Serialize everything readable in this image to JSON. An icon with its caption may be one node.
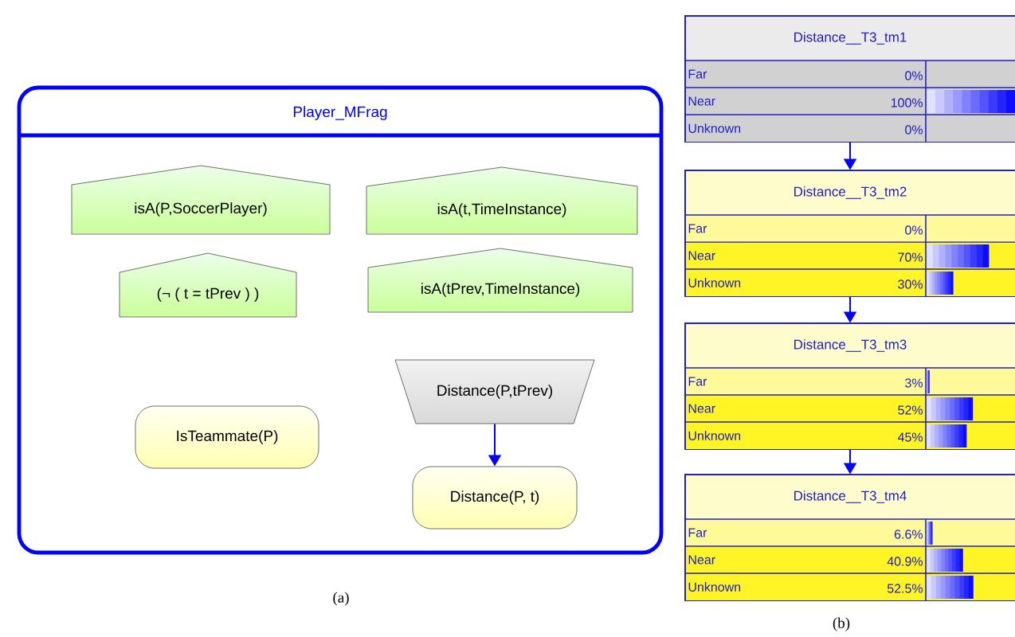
{
  "diagram": {
    "nodes": [
      {
        "text": [
          "Player_MFrag"
        ]
      },
      {
        "text": [
          "isA(P,SoccerPlayer)"
        ],
        "in": 0
      },
      {
        "text": [
          "isA(t,TimeInstance)"
        ],
        "in": 0
      },
      {
        "text": [
          "(¬ ( t = tPrev ) )"
        ],
        "in": 0
      },
      {
        "text": [
          "isA(tPrev,TimeInstance)"
        ],
        "in": 0
      },
      {
        "text": [
          "Distance(P,tPrev)"
        ],
        "in": 0
      },
      {
        "text": [
          "IsTeammate(P)"
        ],
        "in": 0
      },
      {
        "text": [
          "Distance(P, t)"
        ],
        "in": 0
      },
      {
        "text": [
          "Distance__T3_tm1",
          "Far",
          "0%",
          "Near",
          "100%",
          "Unknown",
          "0%"
        ]
      },
      {
        "text": [
          "Distance__T3_tm2",
          "Far",
          "0%",
          "Near",
          "70%",
          "Unknown",
          "30%"
        ]
      },
      {
        "text": [
          "Distance__T3_tm3",
          "Far",
          "3%",
          "Near",
          "52%",
          "Unknown",
          "45%"
        ]
      },
      {
        "text": [
          "Distance__T3_tm4",
          "Far",
          "6.6%",
          "Near",
          "40.9%",
          "Unknown",
          "52.5%"
        ]
      }
    ],
    "edges": [
      {
        "from": 5,
        "to": 7,
        "arrow": "to"
      },
      {
        "from": 8,
        "to": 9,
        "arrow": "to"
      },
      {
        "from": 9,
        "to": 10,
        "arrow": "to"
      },
      {
        "from": 10,
        "to": 11,
        "arrow": "to"
      }
    ],
    "labels": [
      "(a)",
      "(b)"
    ]
  }
}
